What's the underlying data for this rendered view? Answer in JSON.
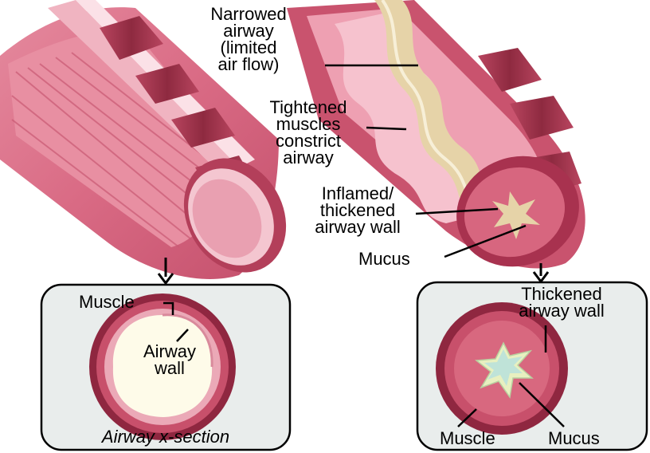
{
  "labels": {
    "narrowed_airway": "Narrowed\nairway\n(limited\nair flow)",
    "tightened_muscles": "Tightened\nmuscles\nconstrict\nairway",
    "inflamed_wall": "Inflamed/\nthickened\nairway wall",
    "mucus_top": "Mucus",
    "muscle_left": "Muscle",
    "airway_wall_left": "Airway\nwall",
    "caption_left": "Airway x-section",
    "thickened_wall_right": "Thickened\nairway wall",
    "muscle_right": "Muscle",
    "mucus_right": "Mucus"
  },
  "colors": {
    "airway_pink": "#e07a91",
    "airway_light": "#f2b3c0",
    "muscle_dark": "#9c2d45",
    "mucus": "#e6d3a8",
    "panel_bg": "#e9edec"
  }
}
